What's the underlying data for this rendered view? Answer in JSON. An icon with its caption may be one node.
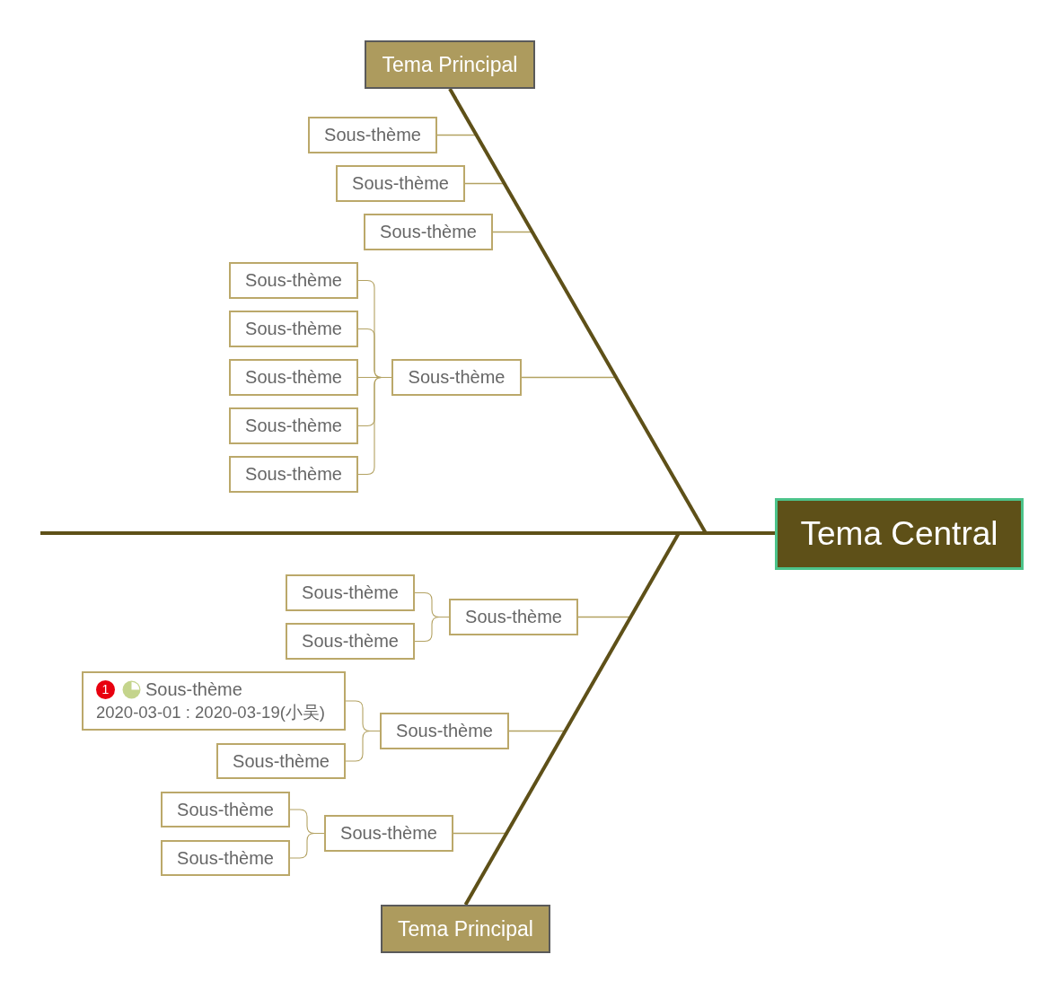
{
  "diagram": {
    "nodes": [
      {
        "text": [
          "Tema Principal"
        ]
      },
      {
        "text": [
          "Sous-thème"
        ]
      },
      {
        "text": [
          "Sous-thème"
        ]
      },
      {
        "text": [
          "Sous-thème"
        ]
      },
      {
        "text": [
          "Sous-thème"
        ]
      },
      {
        "text": [
          "Sous-thème"
        ]
      },
      {
        "text": [
          "Sous-thème"
        ]
      },
      {
        "text": [
          "Sous-thème"
        ]
      },
      {
        "text": [
          "Sous-thème"
        ]
      },
      {
        "text": [
          "Sous-thème"
        ]
      },
      {
        "text": [
          "Tema Central"
        ]
      },
      {
        "text": [
          "Sous-thème"
        ]
      },
      {
        "text": [
          "Sous-thème"
        ]
      },
      {
        "text": [
          "Sous-thème"
        ]
      },
      {
        "text": [
          "Sous-thème"
        ]
      },
      {
        "text": [
          "1",
          "Sous-thème",
          "2020-03-01 : 2020-03-19(小吴)"
        ]
      },
      {
        "text": [
          "Sous-thème"
        ]
      },
      {
        "text": [
          "Sous-thème"
        ]
      },
      {
        "text": [
          "Sous-thème"
        ]
      },
      {
        "text": [
          "Sous-thème"
        ]
      },
      {
        "text": [
          "Tema Principal"
        ]
      }
    ],
    "edges": [
      {
        "from": null,
        "to": 10,
        "arrow": "none",
        "style": "thick",
        "color": "#5e5018"
      },
      {
        "from": 0,
        "to": 10,
        "arrow": "none",
        "style": "thick",
        "color": "#5e5018"
      },
      {
        "from": 20,
        "to": 10,
        "arrow": "none",
        "style": "thick",
        "color": "#5e5018"
      },
      {
        "from": 0,
        "to": 1,
        "arrow": "none",
        "style": "thick"
      },
      {
        "from": 0,
        "to": 2,
        "arrow": "none",
        "style": "thick"
      },
      {
        "from": 0,
        "to": 3,
        "arrow": "none",
        "style": "thick"
      },
      {
        "from": 0,
        "to": 4,
        "arrow": "none",
        "style": "thick"
      },
      {
        "from": 4,
        "to": 5,
        "arrow": "none"
      },
      {
        "from": 4,
        "to": 6,
        "arrow": "none"
      },
      {
        "from": 4,
        "to": 7,
        "arrow": "none"
      },
      {
        "from": 4,
        "to": 8,
        "arrow": "none"
      },
      {
        "from": 4,
        "to": 9,
        "arrow": "none"
      },
      {
        "from": 20,
        "to": 11,
        "arrow": "none",
        "style": "thick"
      },
      {
        "from": 11,
        "to": 12,
        "arrow": "none"
      },
      {
        "from": 11,
        "to": 13,
        "arrow": "none"
      },
      {
        "from": 20,
        "to": 14,
        "arrow": "none",
        "style": "thick"
      },
      {
        "from": 14,
        "to": 15,
        "arrow": "none"
      },
      {
        "from": 14,
        "to": 16,
        "arrow": "none"
      },
      {
        "from": 20,
        "to": 17,
        "arrow": "none",
        "style": "thick"
      },
      {
        "from": 17,
        "to": 18,
        "arrow": "none"
      },
      {
        "from": 17,
        "to": 19,
        "arrow": "none"
      }
    ]
  }
}
